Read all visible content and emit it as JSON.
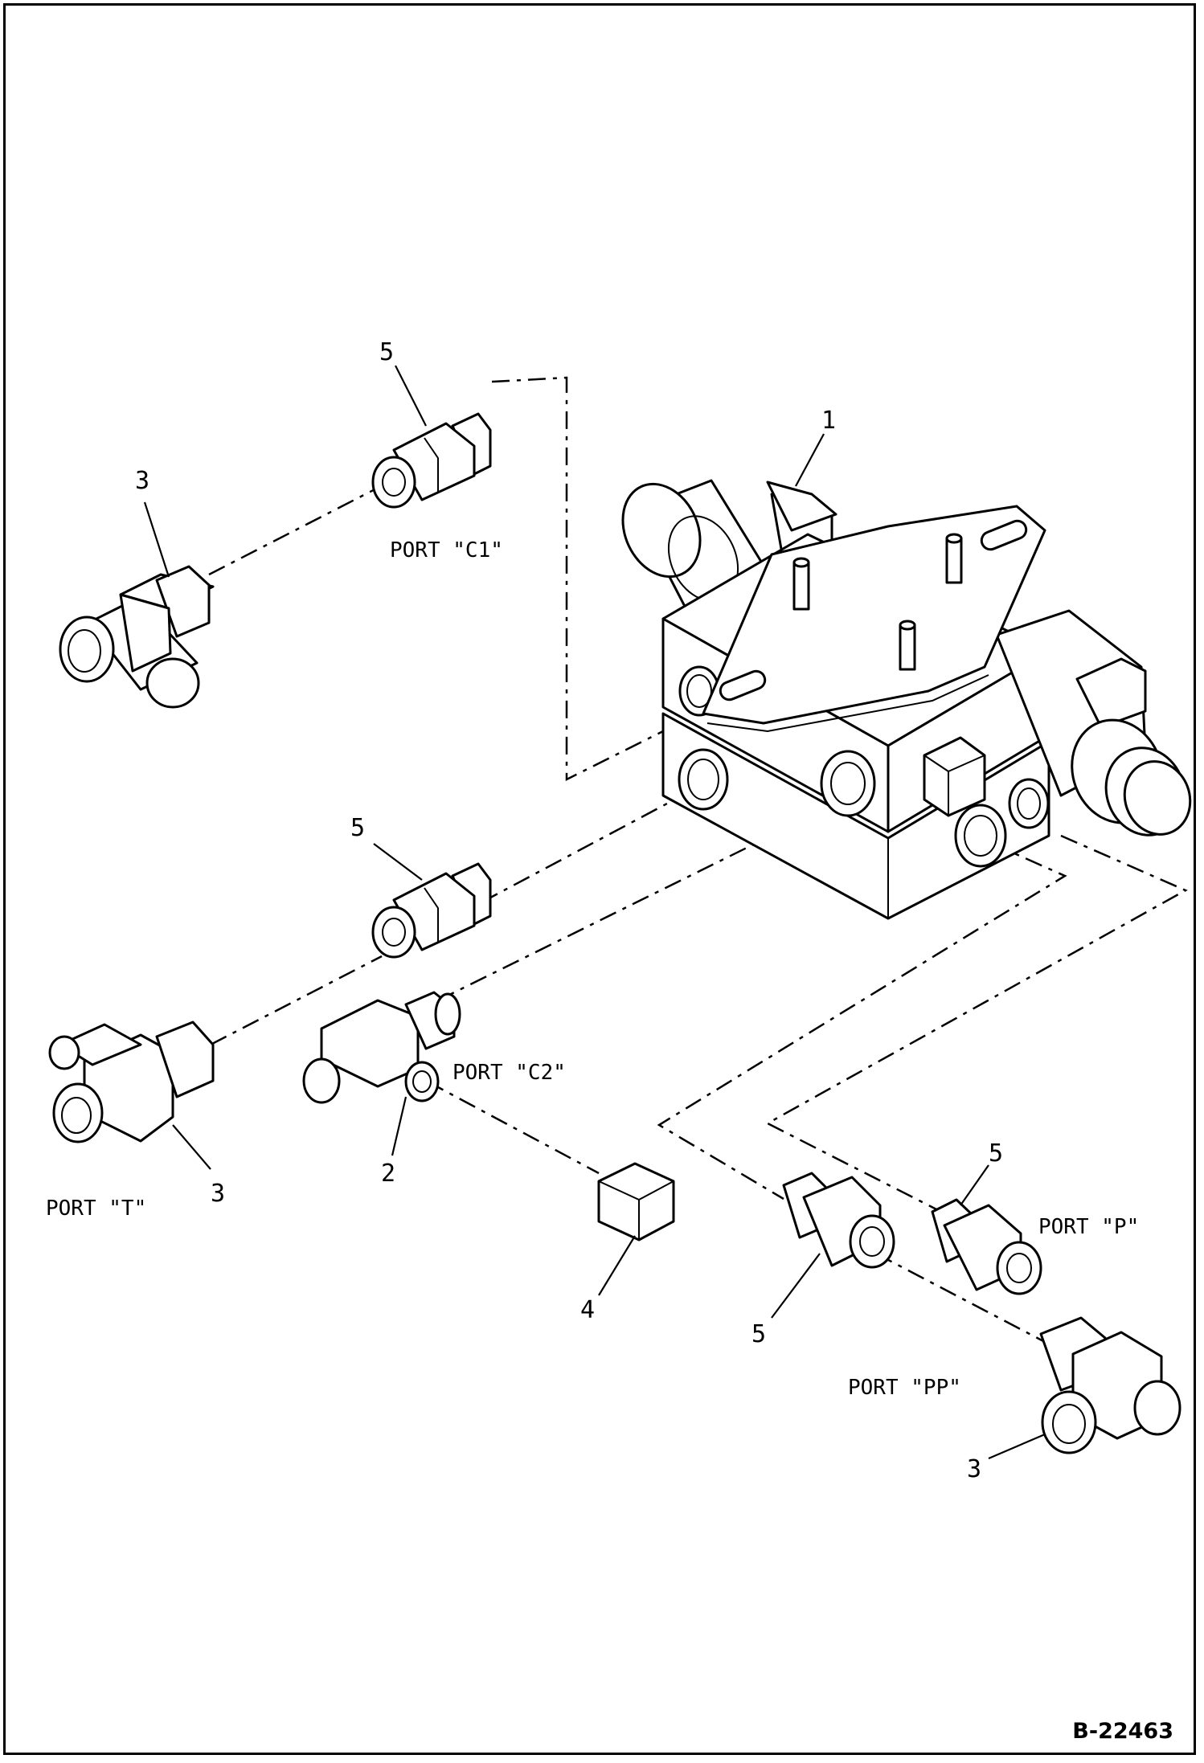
{
  "drawing_number": "B-22463",
  "ports": {
    "c1": "PORT \"C1\"",
    "c2": "PORT \"C2\"",
    "t": "PORT \"T\"",
    "p": "PORT \"P\"",
    "pp": "PORT \"PP\""
  },
  "item_numbers": {
    "valve": "1",
    "tee_c2": "2",
    "tee_c1": "3",
    "tee_t": "3",
    "tee_pp": "3",
    "cap": "4",
    "adapter_c1": "5",
    "adapter_t": "5",
    "adapter_pp": "5",
    "adapter_p": "5"
  }
}
